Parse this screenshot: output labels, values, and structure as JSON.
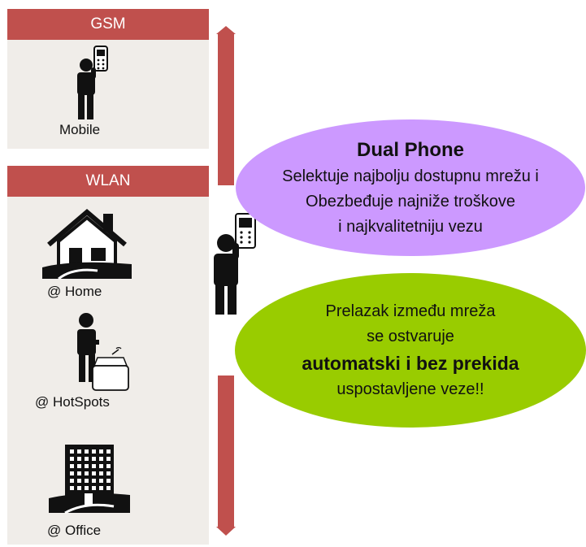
{
  "colors": {
    "header": "#c0504d",
    "panel_bg": "#f0ede9",
    "arrow": "#c0504d",
    "ellipse_purple": "#cc99ff",
    "ellipse_green": "#99cc00"
  },
  "gsm_panel": {
    "title": "GSM",
    "caption": "Mobile",
    "icon": "person-with-mobile-phone-icon"
  },
  "wlan_panel": {
    "title": "WLAN",
    "home_caption": "@ Home",
    "hotspots_caption": "@ HotSpots",
    "office_caption": "@ Office",
    "icons": [
      "house-icon",
      "person-with-laptop-icon",
      "office-building-icon"
    ]
  },
  "center_icon": "person-with-mobile-phone-icon",
  "dual_phone": {
    "title": "Dual Phone",
    "lines": [
      "Selektuje najbolju dostupnu mrežu i",
      "Obezbeđuje najniže troškove",
      "i najkvalitetniju vezu"
    ]
  },
  "handover": {
    "line1": "Prelazak između mreža",
    "line2": "se ostvaruje",
    "bold": "automatski i bez prekida",
    "line3": "uspostavljene veze!!"
  }
}
